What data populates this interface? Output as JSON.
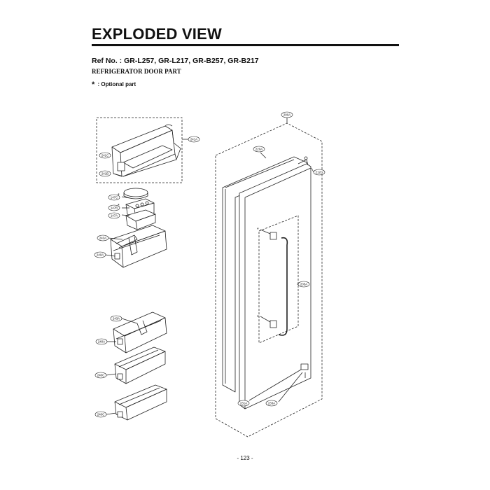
{
  "header": {
    "title": "EXPLODED VIEW",
    "ref_no": "Ref No. : GR-L257, GR-L217, GR-B257, GR-B217",
    "subtitle": "REFRIGERATOR DOOR PART",
    "optional_star": "*",
    "optional_text": ": Optional part"
  },
  "callouts": {
    "c241A": "241A",
    "c241C": "241C",
    "c241B": "241B",
    "c147C": "147C",
    "c147B": "147B",
    "c147A": "147A",
    "c243A_top": "243A",
    "c240A_top": "240A",
    "c243A_bottom": "243A",
    "c240A_bottom": "240A",
    "c240C_upper": "240C",
    "c240C_lower": "240C",
    "c200A": "200A",
    "c220A": "220A",
    "c212G": "212G",
    "c205A": "205A",
    "c231A": "231A",
    "c233A": "233A"
  },
  "footer": {
    "page_number": "- 123 -"
  }
}
